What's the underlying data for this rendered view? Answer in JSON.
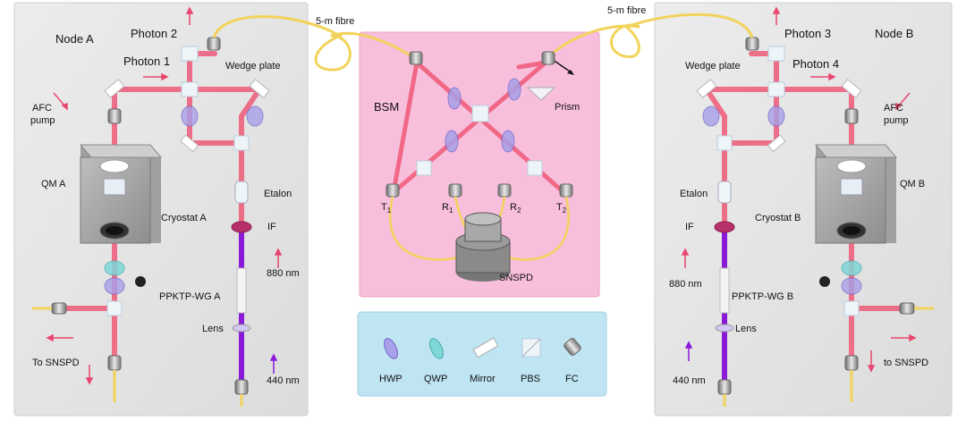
{
  "colors": {
    "panel": "#e6e6e6",
    "bsm_panel": "#f8bfdc",
    "legend_panel": "#bfe4f2",
    "beam_red": "#ef5a78",
    "beam_purple": "#8a1ad6",
    "fibre": "#f2d35a",
    "arrow_pink": "#e8466e",
    "hwp": "#a8a0e8",
    "qwp": "#7fd8d8"
  },
  "fibres": {
    "left": "5-m fibre",
    "right": "5-m fibre"
  },
  "node_a": {
    "title": "Node A",
    "photon_2": "Photon 2",
    "photon_1": "Photon 1",
    "wedge_plate": "Wedge plate",
    "afc_pump": [
      "AFC",
      "pump"
    ],
    "qm": "QM A",
    "cryostat": "Cryostat A",
    "etalon": "Etalon",
    "if": "IF",
    "wavelength_880": "880 nm",
    "ppktp": "PPKTP-WG A",
    "lens": "Lens",
    "wavelength_440": "440 nm",
    "to_snspd": "To SNSPD"
  },
  "node_b": {
    "title": "Node B",
    "photon_3": "Photon 3",
    "photon_4": "Photon 4",
    "wedge_plate": "Wedge plate",
    "afc_pump": [
      "AFC",
      "pump"
    ],
    "qm": "QM B",
    "cryostat": "Cryostat B",
    "etalon": "Etalon",
    "if": "IF",
    "wavelength_880": "880 nm",
    "ppktp": "PPKTP-WG B",
    "lens": "Lens",
    "wavelength_440": "440 nm",
    "to_snspd": "to SNSPD"
  },
  "bsm": {
    "title": "BSM",
    "prism": "Prism",
    "detectors": [
      {
        "base": "T",
        "sub": "1"
      },
      {
        "base": "R",
        "sub": "1"
      },
      {
        "base": "R",
        "sub": "2"
      },
      {
        "base": "T",
        "sub": "2"
      }
    ],
    "snspd": "SNSPD"
  },
  "legend": {
    "items": [
      {
        "label": "HWP",
        "icon": "hwp-icon"
      },
      {
        "label": "QWP",
        "icon": "qwp-icon"
      },
      {
        "label": "Mirror",
        "icon": "mirror-icon"
      },
      {
        "label": "PBS",
        "icon": "pbs-icon"
      },
      {
        "label": "FC",
        "icon": "fc-icon"
      }
    ]
  }
}
